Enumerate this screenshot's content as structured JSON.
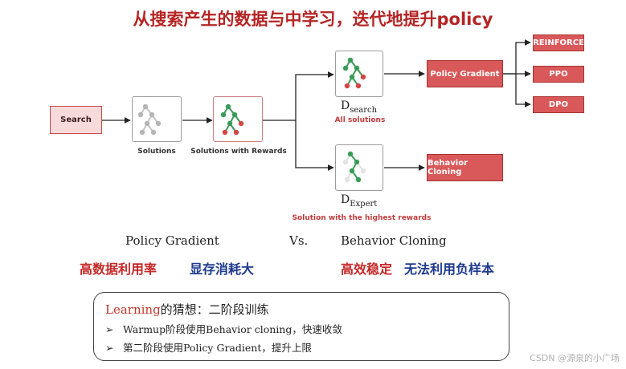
{
  "title": "从搜索产生的数据与中学习，迭代地提升policy",
  "nodes": {
    "search": "Search",
    "solutions": "Solutions",
    "solutions_rewards": "Solutions with Rewards",
    "d_search_main": "D",
    "d_search_sub": "search",
    "all_solutions": "All solutions",
    "d_expert_main": "D",
    "d_expert_sub": "Expert",
    "highest_rewards": "Solution with the highest rewards",
    "policy_gradient": "Policy Gradient",
    "behavior_cloning": "Behavior Cloning",
    "reinforce": "REINFORCE",
    "ppo": "PPO",
    "dpo": "DPO"
  },
  "comparison": {
    "left_label": "Policy Gradient",
    "vs": "Vs.",
    "right_label": "Behavior Cloning",
    "pg_pro": "高数据利用率",
    "pg_con": "显存消耗大",
    "bc_pro": "高效稳定",
    "bc_con": "无法利用负样本"
  },
  "note": {
    "head_accent": "Learning",
    "head_rest": "的猜想：二阶段训练",
    "bullets": [
      "Warmup阶段使用Behavior cloning，快速收敛",
      "第二阶段使用Policy Gradient，提升上限"
    ],
    "bullet_marker": "➢"
  },
  "watermark": "CSDN @源泉的小广场",
  "colors": {
    "title": "#b52424",
    "box_red": "#d9585a",
    "search_fill": "#f7dada",
    "pro_red": "#c62828",
    "con_blue": "#1f3b8e",
    "node_green": "#3a9b57",
    "node_red": "#d64545",
    "node_gray": "#b5b5b5"
  }
}
